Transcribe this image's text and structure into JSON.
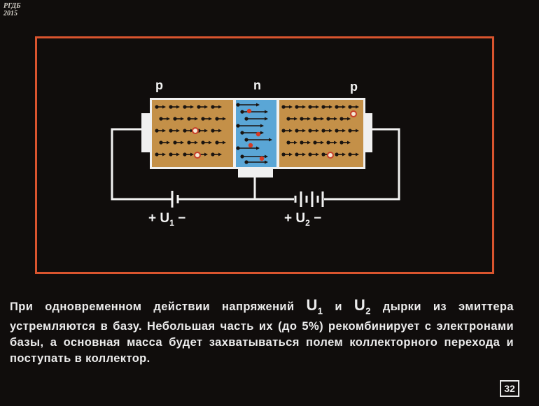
{
  "watermark": {
    "line1": "РГДБ",
    "line2": "2015"
  },
  "diagram": {
    "labels": {
      "left": "p",
      "middle": "n",
      "right": "p"
    },
    "voltage1": {
      "plus": "+",
      "name": "U",
      "sub": "1",
      "minus": "−"
    },
    "voltage2": {
      "plus": "+",
      "name": "U",
      "sub": "2",
      "minus": "−"
    },
    "colors": {
      "p_region": "#c49048",
      "n_region": "#5aa6d6",
      "frame": "#d9542e",
      "wire": "#f2f2f2"
    }
  },
  "caption": {
    "p1": "При одновременном действии напряжений ",
    "u1": "U",
    "u1_sub": "1",
    "p2": " и ",
    "u2": "U",
    "u2_sub": "2",
    "p3": " дырки из эмиттера устремляются в базу. Небольшая часть их (до 5%) ре­комбинирует с электронами базы, а основная масса будет за­хватываться полем коллекторного перехода и поступать в кол­лектор."
  },
  "page_number": "32"
}
